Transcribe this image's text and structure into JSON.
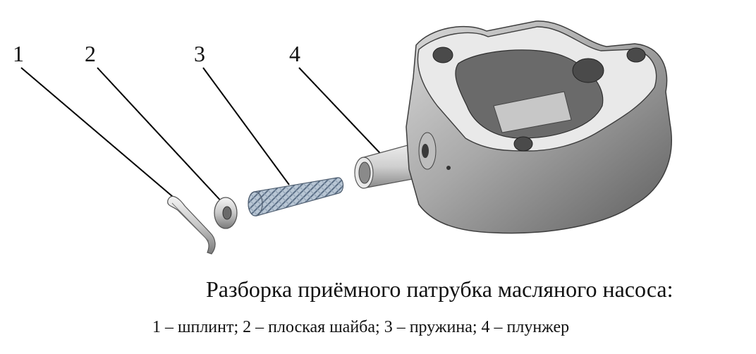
{
  "figure": {
    "callouts": [
      {
        "number": "1",
        "part": "cotter-pin"
      },
      {
        "number": "2",
        "part": "flat-washer"
      },
      {
        "number": "3",
        "part": "spring"
      },
      {
        "number": "4",
        "part": "plunger"
      }
    ]
  },
  "caption": {
    "title": "Разборка приёмного патрубка масляного насоса:",
    "legend": "1 – шплинт; 2 – плоская шайба; 3 – пружина; 4 – плунжер"
  },
  "colors": {
    "metal_light": "#e6e6e6",
    "metal_mid": "#b4b4b4",
    "metal_dark": "#5a5a5a",
    "spring": "#9fb0c2",
    "leader_line": "#000000"
  }
}
